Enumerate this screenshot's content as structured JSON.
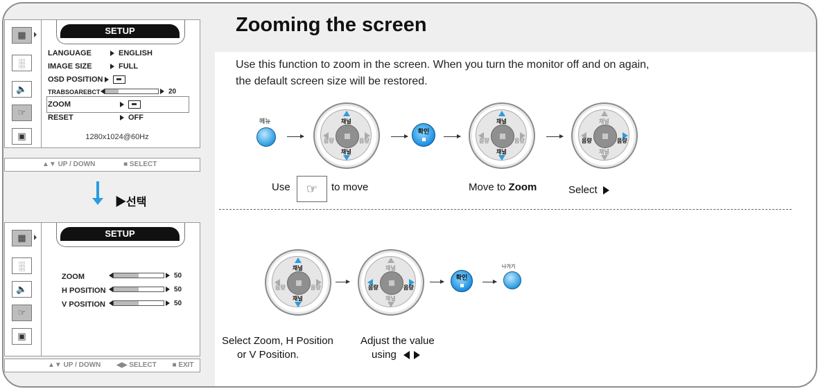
{
  "page": {
    "title": "Zooming the screen",
    "description_line1": "Use this function to zoom in the screen. When you turn the monitor off and on again,",
    "description_line2": "the default screen size will be restored."
  },
  "osd_top": {
    "header": "SETUP",
    "rows": [
      {
        "label": "LANGUAGE",
        "value": "ENGLISH"
      },
      {
        "label": "IMAGE SIZE",
        "value": "FULL"
      },
      {
        "label": "OSD POSITION",
        "value": ""
      },
      {
        "label": "TRABSOAREBCT",
        "value": "20",
        "level": 0.25
      },
      {
        "label": "ZOOM",
        "value": ""
      },
      {
        "label": "RESET",
        "value": "OFF"
      }
    ],
    "resolution": "1280x1024@60Hz",
    "footer_updown": "UP / DOWN",
    "footer_select": "SELECT"
  },
  "transition": {
    "label": "▶선택"
  },
  "osd_bottom": {
    "header": "SETUP",
    "rows": [
      {
        "label": "ZOOM",
        "value": "50",
        "level": 0.5
      },
      {
        "label": "H POSITION",
        "value": "50",
        "level": 0.5
      },
      {
        "label": "V POSITION",
        "value": "50",
        "level": 0.5
      }
    ],
    "footer_updown": "UP / DOWN",
    "footer_select": "SELECT",
    "footer_exit": "EXIT"
  },
  "buttons": {
    "menu": "메뉴",
    "ok": "확인",
    "exit": "나가기",
    "channel": "채널",
    "volume": "음량"
  },
  "captions": {
    "use": "Use",
    "to_move": "to move",
    "move_to": "Move to ",
    "zoom_bold": "Zoom",
    "select": "Select",
    "select_zoom_line1": "Select Zoom, H Position",
    "select_zoom_line2": "or V Position.",
    "adjust_line1": "Adjust the value",
    "adjust_line2": "using"
  },
  "colors": {
    "accent": "#2b9ce0",
    "panel": "#efefef",
    "border": "#8c8c8c"
  }
}
